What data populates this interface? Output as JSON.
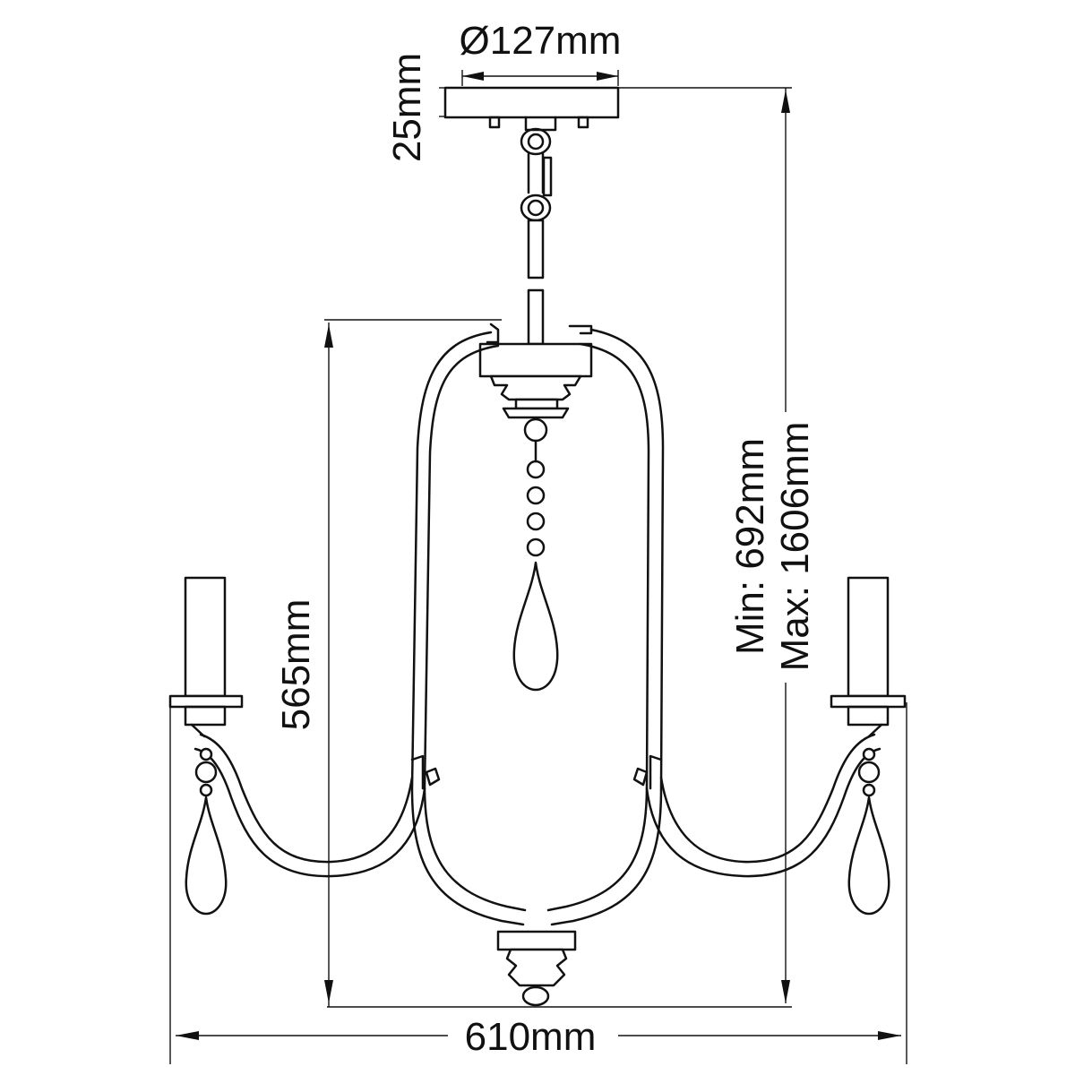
{
  "dimensions": {
    "canopy_diameter": "Ø127mm",
    "canopy_height": "25mm",
    "body_height": "565mm",
    "drop_min": "Min: 692mm",
    "drop_max": "Max: 1606mm",
    "overall_width": "610mm"
  }
}
